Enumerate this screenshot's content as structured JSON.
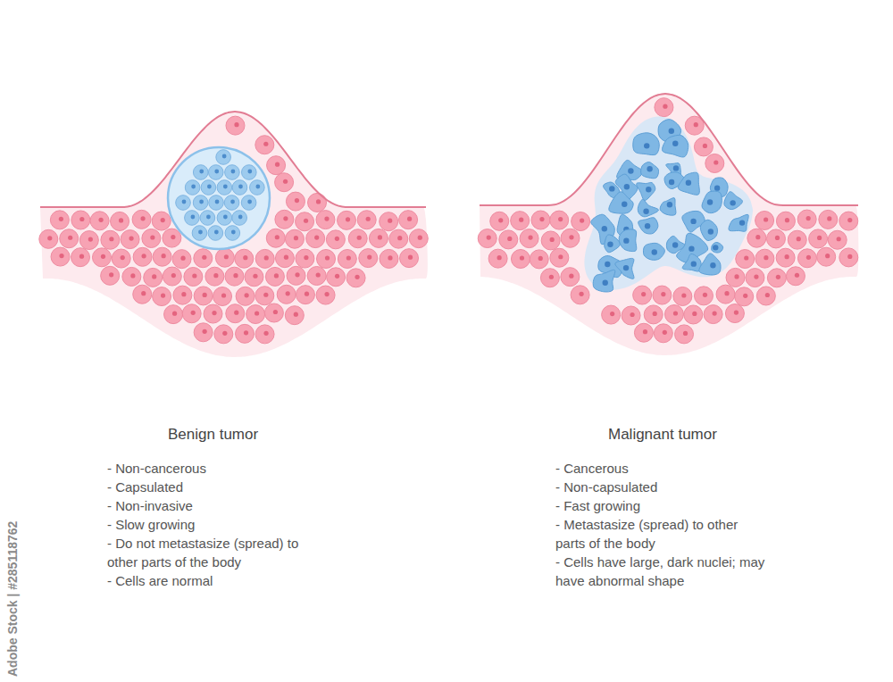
{
  "diagram": {
    "labels": [
      "Benign tumor",
      "- Non-cancerous",
      "- Capsulated",
      "- Non-invasive",
      "- Slow growing",
      "- Do not metastasize (spread) to other parts of the body",
      "- Cells are normal",
      "Malignant tumor",
      "- Cancerous",
      "- Non-capsulated",
      "- Fast growing",
      "- Metastasize (spread) to other parts of the body",
      "- Cells have large, dark nuclei; may have abnormal shape",
      "Adobe Stock | #285118762"
    ]
  }
}
